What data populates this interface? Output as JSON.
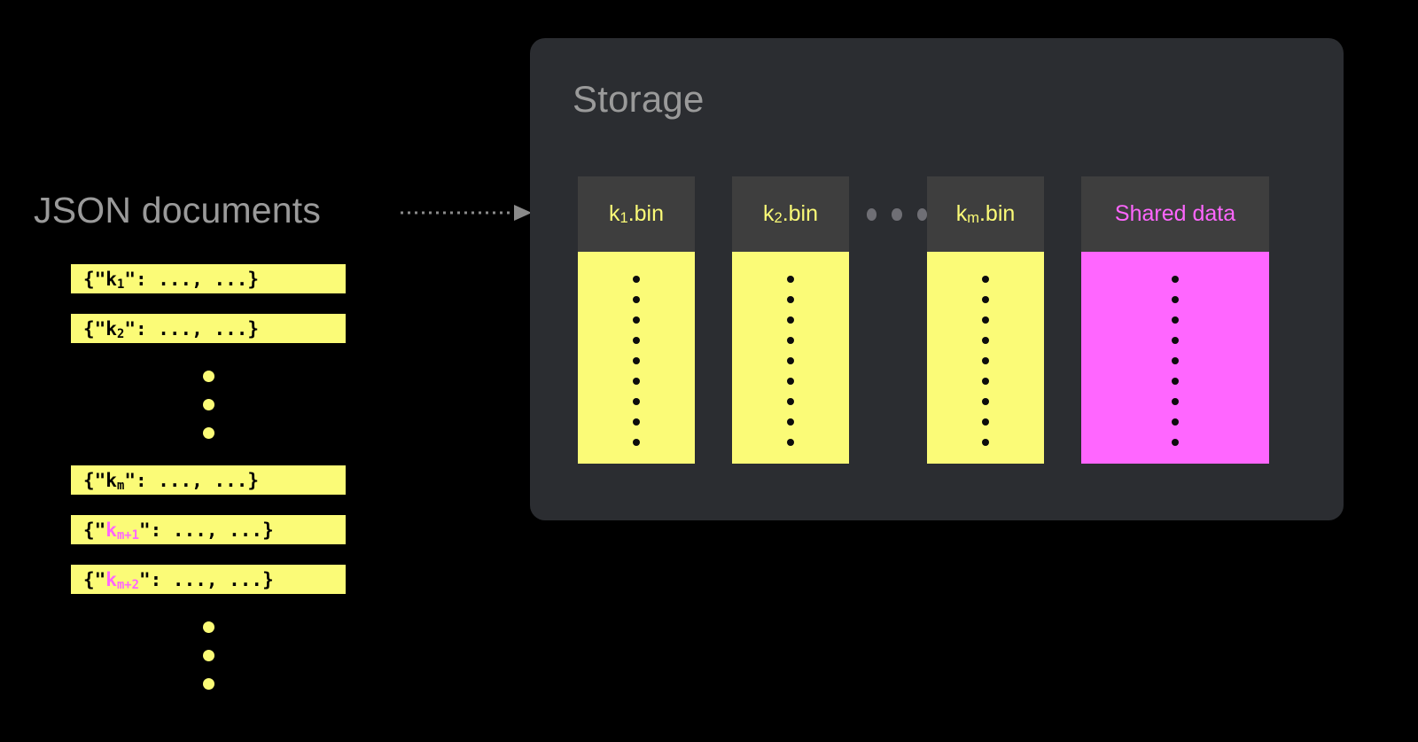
{
  "diagram": {
    "background_color": "#000000",
    "accent_yellow": "#FBFB77",
    "accent_magenta": "#FF66FF",
    "panel_color": "#2B2D31",
    "header_color": "#3E3E3E",
    "label_gray": "#9A9A9A"
  },
  "documents": {
    "title": "JSON documents",
    "items": [
      {
        "type": "doc",
        "prefix": "{\"",
        "key_base": "k",
        "key_sub": "1",
        "suffix": "\": ...,  ...}",
        "key_color": "#000000"
      },
      {
        "type": "doc",
        "prefix": "{\"",
        "key_base": "k",
        "key_sub": "2",
        "suffix": "\": ...,  ...}",
        "key_color": "#000000"
      },
      {
        "type": "ellipsis",
        "dots": 3,
        "color": "#FBFB77"
      },
      {
        "type": "doc",
        "prefix": "{\"",
        "key_base": "k",
        "key_sub": "m",
        "suffix": "\": ...,  ...}",
        "key_color": "#000000"
      },
      {
        "type": "doc",
        "prefix": "{\"",
        "key_base": "k",
        "key_sub": "m+1",
        "suffix": "\": ...,  ...}",
        "key_color": "#FF66FF"
      },
      {
        "type": "doc",
        "prefix": "{\"",
        "key_base": "k",
        "key_sub": "m+2",
        "suffix": "\": ...,  ...}",
        "key_color": "#FF66FF"
      },
      {
        "type": "ellipsis",
        "dots": 3,
        "color": "#FBFB77"
      }
    ]
  },
  "arrow": {
    "name": "dotted-arrow",
    "direction": "right",
    "style": "dotted",
    "color": "#8A8A8A"
  },
  "storage": {
    "title": "Storage",
    "bins": [
      {
        "type": "bin",
        "label_base": "k",
        "label_sub": "1",
        "label_tail": ".bin",
        "theme": "yellow",
        "dot_count": 9
      },
      {
        "type": "bin",
        "label_base": "k",
        "label_sub": "2",
        "label_tail": ".bin",
        "theme": "yellow",
        "dot_count": 9
      },
      {
        "type": "ellipsis",
        "dots": 3,
        "color": "#6F6F75"
      },
      {
        "type": "bin",
        "label_base": "k",
        "label_sub": "m",
        "label_tail": ".bin",
        "theme": "yellow",
        "dot_count": 9
      },
      {
        "type": "bin",
        "label_base": "Shared data",
        "label_sub": "",
        "label_tail": "",
        "theme": "magenta",
        "dot_count": 9
      }
    ]
  }
}
